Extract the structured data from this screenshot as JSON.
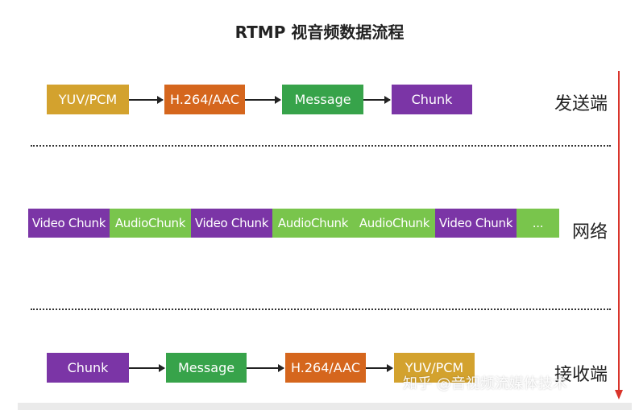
{
  "title": "RTMP 视音频数据流程",
  "sender": {
    "label": "发送端",
    "boxes": [
      "YUV/PCM",
      "H.264/AAC",
      "Message",
      "Chunk"
    ]
  },
  "network": {
    "label": "网络",
    "chunks": [
      "Video Chunk",
      "AudioChunk",
      "Video Chunk",
      "AudioChunk",
      "AudioChunk",
      "Video Chunk",
      "..."
    ]
  },
  "receiver": {
    "label": "接收端",
    "boxes": [
      "Chunk",
      "Message",
      "H.264/AAC",
      "YUV/PCM"
    ]
  },
  "watermark": "知乎 @音视频流媒体技术",
  "colors": {
    "yuv": "#D3A22E",
    "h264": "#D5661D",
    "message": "#37A34A",
    "chunk": "#7B35A6",
    "audio_chunk": "#79C54C",
    "timeline": "#D9342B"
  }
}
